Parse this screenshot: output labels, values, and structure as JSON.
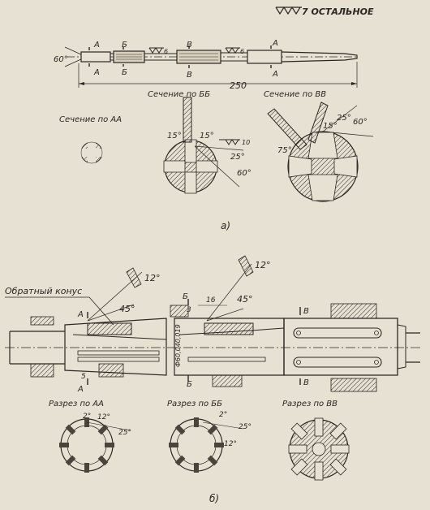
{
  "header": {
    "roughness_note": "7 ОСТАЛЬНОЕ"
  },
  "fig_a": {
    "panel_label": "а)",
    "angle_cone": "60°",
    "section_marks": {
      "A": "А",
      "B": "Б",
      "V": "В"
    },
    "roughness_6": "6",
    "length": "250",
    "section_bb_title": "Сечение по ББ",
    "section_vv_title": "Сечение по ВВ",
    "section_aa_title": "Сечение по АА",
    "bb_angles": {
      "a15_left": "15°",
      "a15_right": "15°",
      "a25": "25°",
      "a60": "60°",
      "roughness_10": "10"
    },
    "vv_angles": {
      "a15": "15°",
      "a25": "25°",
      "a60": "60°",
      "a75": "75°"
    }
  },
  "fig_b": {
    "panel_label": "б)",
    "reverse_taper": "Обратный конус",
    "angle_12_left": "12°",
    "angle_12_right": "12°",
    "angle_45_left": "45°",
    "angle_45_right": "45°",
    "dim_3": "3",
    "dim_16": "16",
    "dim_5": "5",
    "dim_diameter": "Ф60,040,019",
    "section_aa_title": "Разрез по АА",
    "section_bb_title": "Разрез по ББ",
    "section_vv_title": "Разрез по ВВ",
    "aa_angles": {
      "a2": "2°",
      "a12": "12°",
      "a25": "25°"
    },
    "bb_angles": {
      "a2": "2°",
      "a25": "25°",
      "a12": "12°"
    }
  }
}
